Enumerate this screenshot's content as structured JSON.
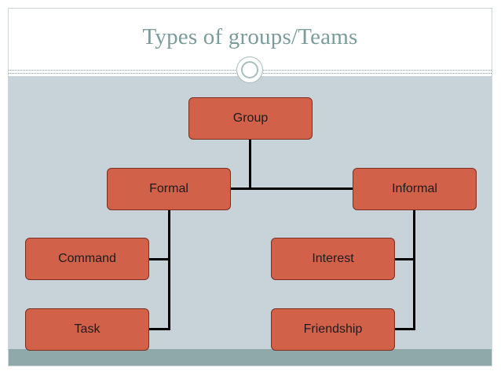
{
  "slide": {
    "title": "Types of groups/Teams"
  },
  "diagram": {
    "root": {
      "label": "Group"
    },
    "branches": [
      {
        "label": "Formal",
        "children": [
          "Command",
          "Task"
        ]
      },
      {
        "label": "Informal",
        "children": [
          "Interest",
          "Friendship"
        ]
      }
    ]
  },
  "colors": {
    "node_fill": "#d2614a",
    "node_border": "#7a2e20",
    "content_background": "#c7d3d8",
    "title_text": "#7a9c9a",
    "footer_band": "#8fa9ab",
    "connector": "#000000"
  }
}
